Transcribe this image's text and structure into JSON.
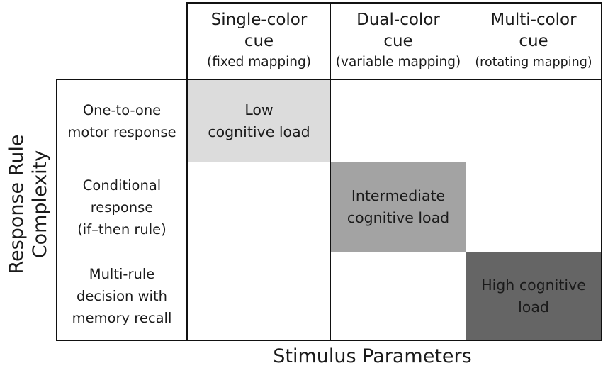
{
  "columns": [
    {
      "title_1": "Single-color",
      "title_2": "cue",
      "subtitle": "(fixed mapping)"
    },
    {
      "title_1": "Dual-color",
      "title_2": "cue",
      "subtitle": "(variable mapping)"
    },
    {
      "title_1": "Multi-color",
      "title_2": "cue",
      "subtitle": "(rotating mapping)"
    }
  ],
  "rows": [
    {
      "lines": [
        "One-to-one",
        "motor response"
      ]
    },
    {
      "lines": [
        "Conditional",
        "response",
        "(if–then rule)"
      ]
    },
    {
      "lines": [
        "Multi-rule",
        "decision with",
        "memory recall"
      ]
    }
  ],
  "cells": [
    {
      "lines": [
        "Low",
        "cognitive load"
      ],
      "fill": "#dcdcdc"
    },
    {
      "lines": [
        "Intermediate",
        "cognitive load"
      ],
      "fill": "#a3a3a3"
    },
    {
      "lines": [
        "High cognitive",
        "load"
      ],
      "fill": "#656565"
    }
  ],
  "axes": {
    "y_line_1": "Response Rule",
    "y_line_2": "Complexity",
    "x": "Stimulus Parameters"
  },
  "colors": {
    "grid": "#111111",
    "low": "#dcdcdc",
    "intermediate": "#a3a3a3",
    "high": "#656565"
  }
}
